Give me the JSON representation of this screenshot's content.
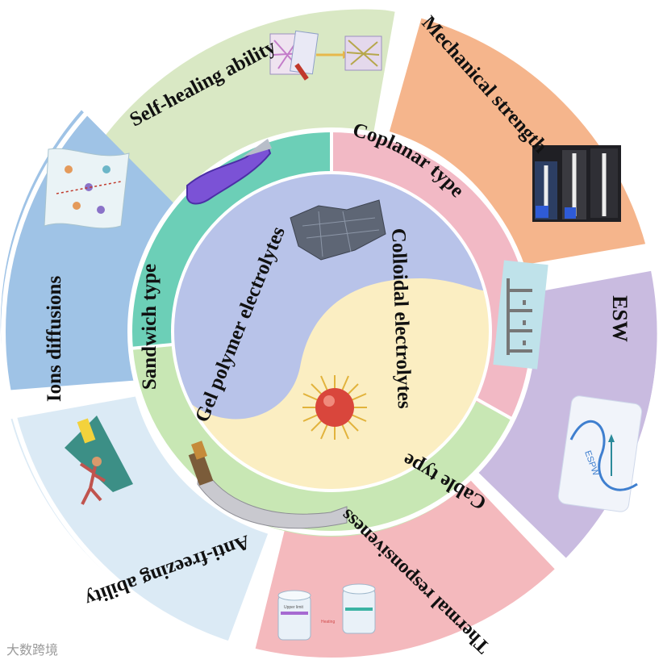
{
  "outer_ring": {
    "self_healing": "Self-healing ability",
    "mechanical": "Mechanical strength",
    "esw": "ESW",
    "thermal": "Thermal responsiveness",
    "anti_freezing": "Anti-freezing ability",
    "ions": "Ions diffusions"
  },
  "middle_ring": {
    "sandwich": "Sandwich type",
    "coplanar": "Coplanar type",
    "cable": "Cable type"
  },
  "center": {
    "gel": "Gel polymer electrolytes",
    "colloidal": "Colloidal electrolytes"
  },
  "insets": {
    "esw_inset": "ESPW",
    "thermal_left": "Upper limit",
    "thermal_mid": "Heating"
  },
  "watermark": "大数跨境",
  "colors": {
    "self_healing": "#d9e8c4",
    "mechanical": "#f5b58c",
    "esw": "#c9bbe0",
    "thermal": "#f4b9bd",
    "anti_freezing": "#dbeaf5",
    "ions": "#9fc3e6",
    "sandwich": "#6ccfb7",
    "coplanar": "#f2b9c5",
    "cable": "#c8e7b4",
    "gel": "#b8c3e9",
    "colloidal": "#fbeec2"
  }
}
